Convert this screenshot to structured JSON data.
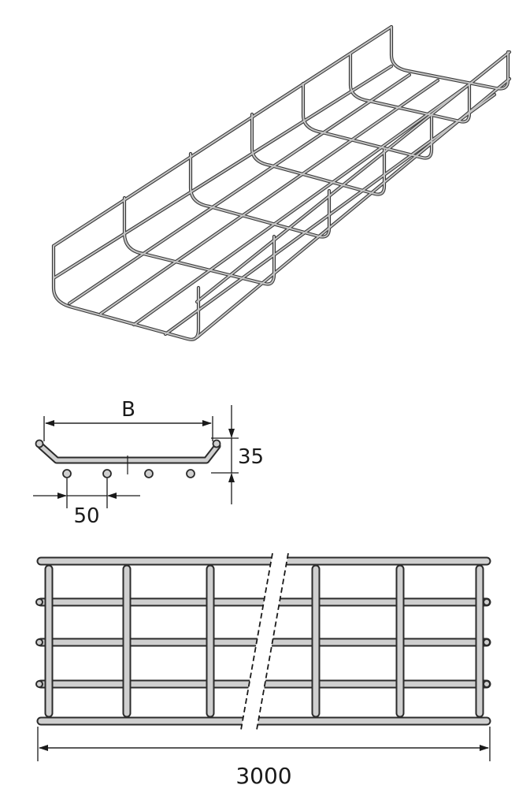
{
  "colors": {
    "wire": "#6f6f6f",
    "wire_fill": "#c9c9c9",
    "wire_outline": "#2b2b2b",
    "dimension": "#1a1a1a",
    "background": "#ffffff"
  },
  "cross_section": {
    "width_label": "B",
    "height_label": "35",
    "pitch_label": "50"
  },
  "plan_view": {
    "length_label": "3000"
  }
}
